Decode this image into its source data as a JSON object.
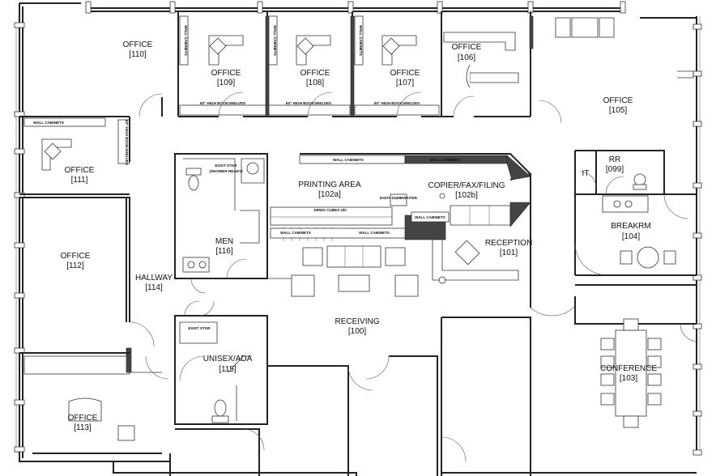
{
  "rooms": {
    "r110": {
      "name": "OFFICE",
      "number": "[110]"
    },
    "r109": {
      "name": "OFFICE",
      "number": "[109]"
    },
    "r108": {
      "name": "OFFICE",
      "number": "[108]"
    },
    "r107": {
      "name": "OFFICE",
      "number": "[107]"
    },
    "r106": {
      "name": "OFFICE",
      "number": "[106]"
    },
    "r105": {
      "name": "OFFICE",
      "number": "[105]"
    },
    "r111": {
      "name": "OFFICE",
      "number": "[111]"
    },
    "r112": {
      "name": "OFFICE",
      "number": "[112]"
    },
    "r113": {
      "name": "OFFICE",
      "number": "[113]"
    },
    "r114": {
      "name": "HALLWAY",
      "number": "[114]"
    },
    "r116": {
      "name": "MEN",
      "number": "[116]"
    },
    "r115": {
      "name": "UNISEX/ADA",
      "number": "[115]"
    },
    "r102a": {
      "name": "PRINTING AREA",
      "number": "[102a]"
    },
    "r102b": {
      "name": "COPIER/FAX/FILING",
      "number": "[102b]"
    },
    "r101": {
      "name": "RECEPTION",
      "number": "[101]"
    },
    "r100": {
      "name": "RECEIVING",
      "number": "[100]"
    },
    "r099": {
      "name": "RR",
      "number": "[099]"
    },
    "rIT": {
      "name": "IT"
    },
    "r104": {
      "name": "BREAKRM",
      "number": "[104]"
    },
    "r103": {
      "name": "CONFERENCE",
      "number": "[103]"
    }
  },
  "annotations": {
    "wall_cabinets": "WALL CABINETS",
    "bookshelves_60": "60\" HIGH BOOKSHELVES",
    "exist_stor": "EXIST STOR",
    "shower_ready": "(SHOWER READY)",
    "exist_dumbwaiter": "EXIST DUMBWAITER",
    "drwg_cubes": "DRWG CUBES U/C"
  }
}
